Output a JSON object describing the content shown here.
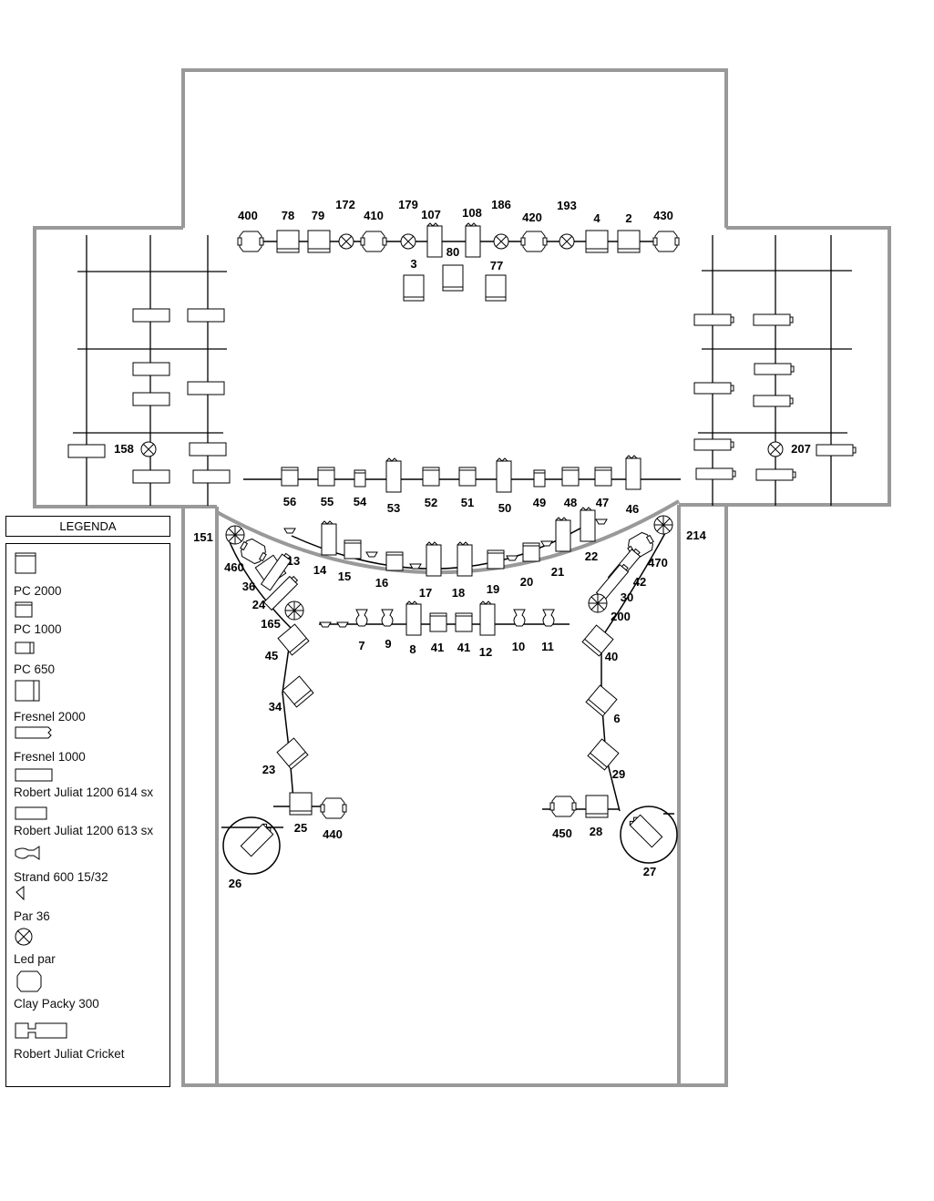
{
  "legend": {
    "title": "LEGENDA",
    "items": [
      {
        "label": "PC 2000",
        "icon": "pc-2000-icon"
      },
      {
        "label": "PC 1000",
        "icon": "pc-1000-icon"
      },
      {
        "label": "PC 650",
        "icon": "pc-650-icon"
      },
      {
        "label": "Fresnel 2000",
        "icon": "fresnel-2000-icon"
      },
      {
        "label": "Fresnel 1000",
        "icon": "fresnel-1000-icon"
      },
      {
        "label": "Robert Juliat 1200 614 sx",
        "icon": "rj-614-icon"
      },
      {
        "label": "Robert Juliat 1200 613 sx",
        "icon": "rj-613-icon"
      },
      {
        "label": "Strand 600  15/32",
        "icon": "strand-600-icon"
      },
      {
        "label": "Par 36",
        "icon": "par-36-icon"
      },
      {
        "label": "Led par",
        "icon": "led-par-icon"
      },
      {
        "label": "Clay Packy 300",
        "icon": "clay-packy-icon"
      },
      {
        "label": "Robert Juliat Cricket",
        "icon": "cricket-icon"
      }
    ]
  },
  "fixture_numbers": {
    "back_bar": [
      "400",
      "78",
      "79",
      "172",
      "410",
      "179",
      "107",
      "108",
      "186",
      "420",
      "193",
      "4",
      "2",
      "430"
    ],
    "back_floor": [
      "3",
      "80",
      "77"
    ],
    "left_side": [
      "158"
    ],
    "right_side": [
      "207"
    ],
    "front_bar": [
      "56",
      "55",
      "54",
      "53",
      "52",
      "51",
      "50",
      "49",
      "48",
      "47",
      "46"
    ],
    "curved_bar": [
      "14",
      "15",
      "16",
      "17",
      "18",
      "19",
      "20",
      "21",
      "22"
    ],
    "mid_bar": [
      "7",
      "9",
      "8",
      "41",
      "41",
      "12",
      "10",
      "11"
    ],
    "left_arc": [
      "151",
      "460",
      "13",
      "36",
      "24",
      "165",
      "45",
      "34",
      "23",
      "25",
      "440",
      "26"
    ],
    "right_arc": [
      "214",
      "470",
      "42",
      "30",
      "200",
      "40",
      "6",
      "29",
      "450",
      "28",
      "27"
    ]
  }
}
